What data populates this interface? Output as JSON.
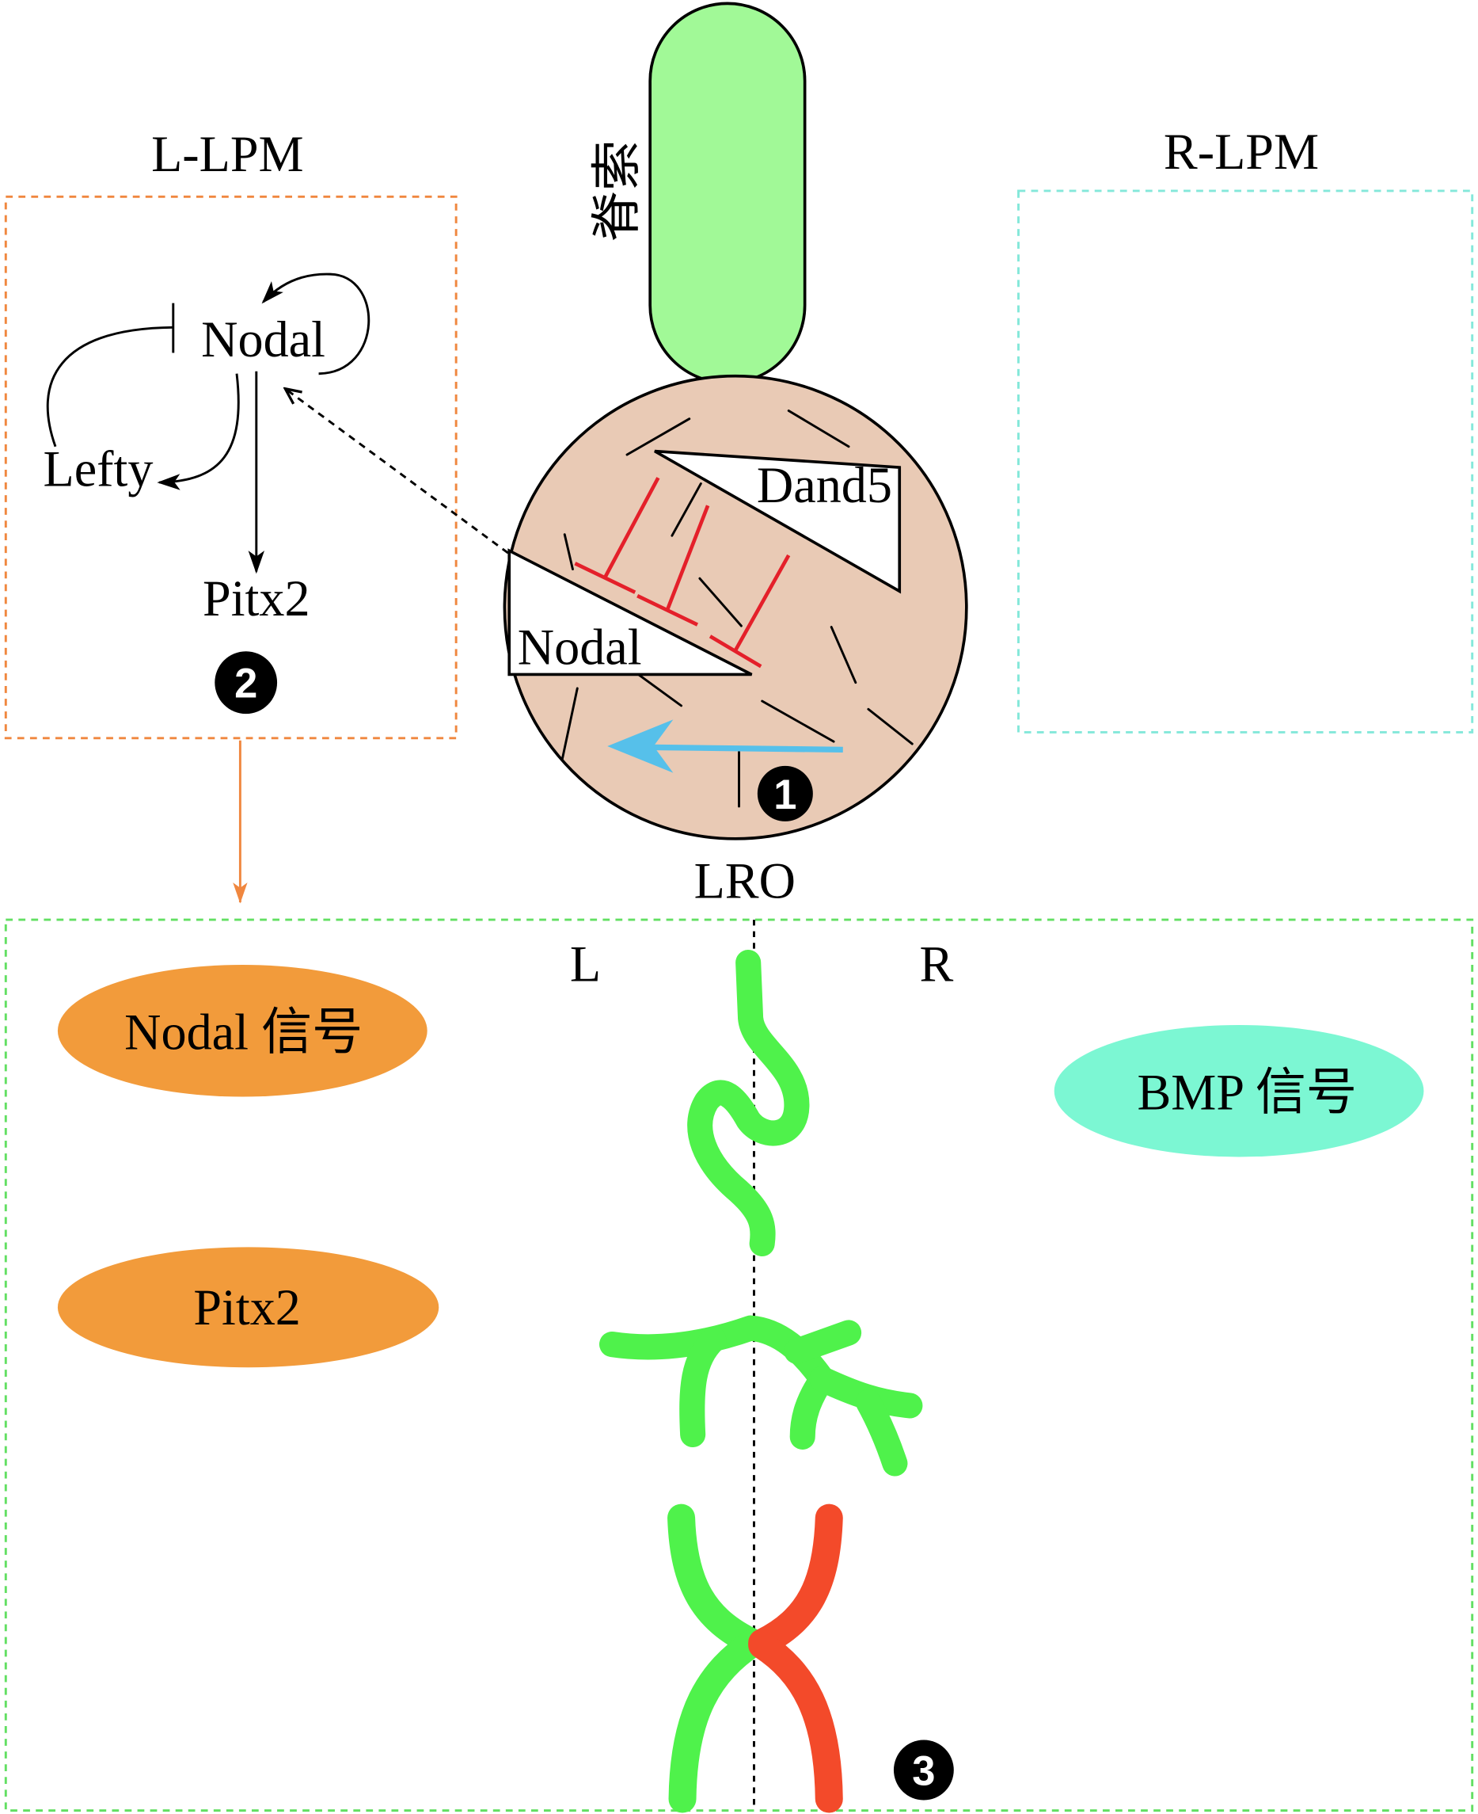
{
  "left_lpm": {
    "title": "L-LPM",
    "nodal_label": "Nodal",
    "lefty_label": "Lefty",
    "pitx2_label": "Pitx2",
    "step_badge": "2"
  },
  "right_lpm": {
    "title": "R-LPM"
  },
  "notochord": {
    "label": "脊索"
  },
  "lro": {
    "label": "LRO",
    "dand5_label": "Dand5",
    "nodal_label": "Nodal",
    "step_badge": "1"
  },
  "bottom_panel": {
    "left_side_label": "L",
    "right_side_label": "R",
    "nodal_signal_label": "Nodal 信号",
    "pitx2_label": "Pitx2",
    "bmp_signal_label": "BMP 信号",
    "step_badge": "3"
  },
  "colors": {
    "notochord": "#a1f997",
    "lro_fill": "#e9cab5",
    "inhibition_red": "#e4202a",
    "flow_blue": "#56c0ea",
    "left_box": "#f0873f",
    "right_box": "#84e8da",
    "bottom_box": "#63df63",
    "nodal_signal": "#f29b3b",
    "pitx2_signal": "#f29b3b",
    "bmp_signal": "#7cf7d3",
    "tissue_green": "#4ff24b",
    "tissue_red": "#f34a2a"
  }
}
